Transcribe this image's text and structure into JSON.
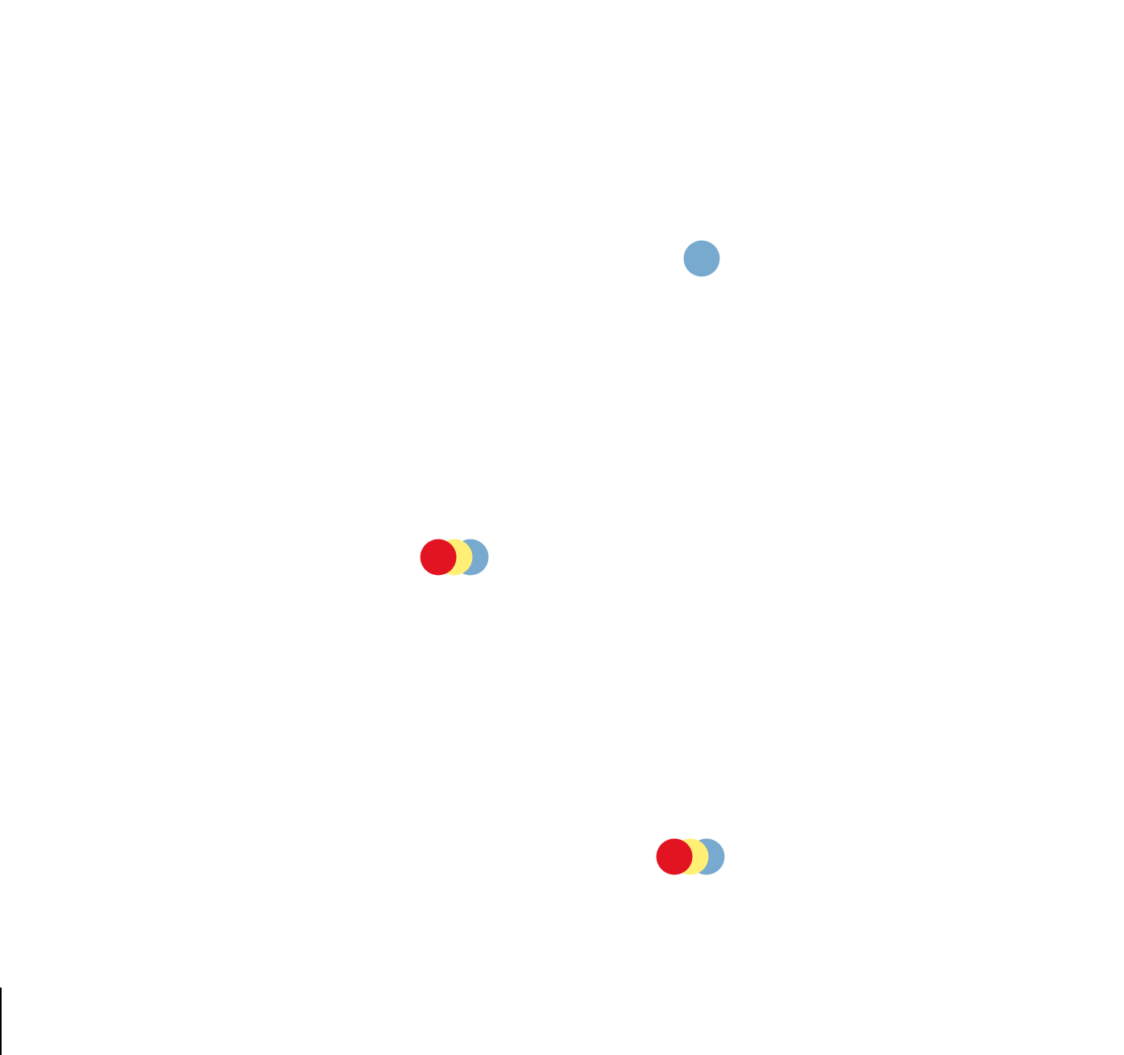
{
  "colors": {
    "red": "#e31421",
    "yellow": "#fff075",
    "blue": "#78a9cf",
    "line": "#000000"
  },
  "groups": [
    {
      "name": "single-blue-dot",
      "dots": [
        "blue"
      ]
    },
    {
      "name": "dot-cluster-1",
      "dots": [
        "blue",
        "yellow",
        "red"
      ]
    },
    {
      "name": "dot-cluster-2",
      "dots": [
        "blue",
        "yellow",
        "red"
      ]
    }
  ]
}
